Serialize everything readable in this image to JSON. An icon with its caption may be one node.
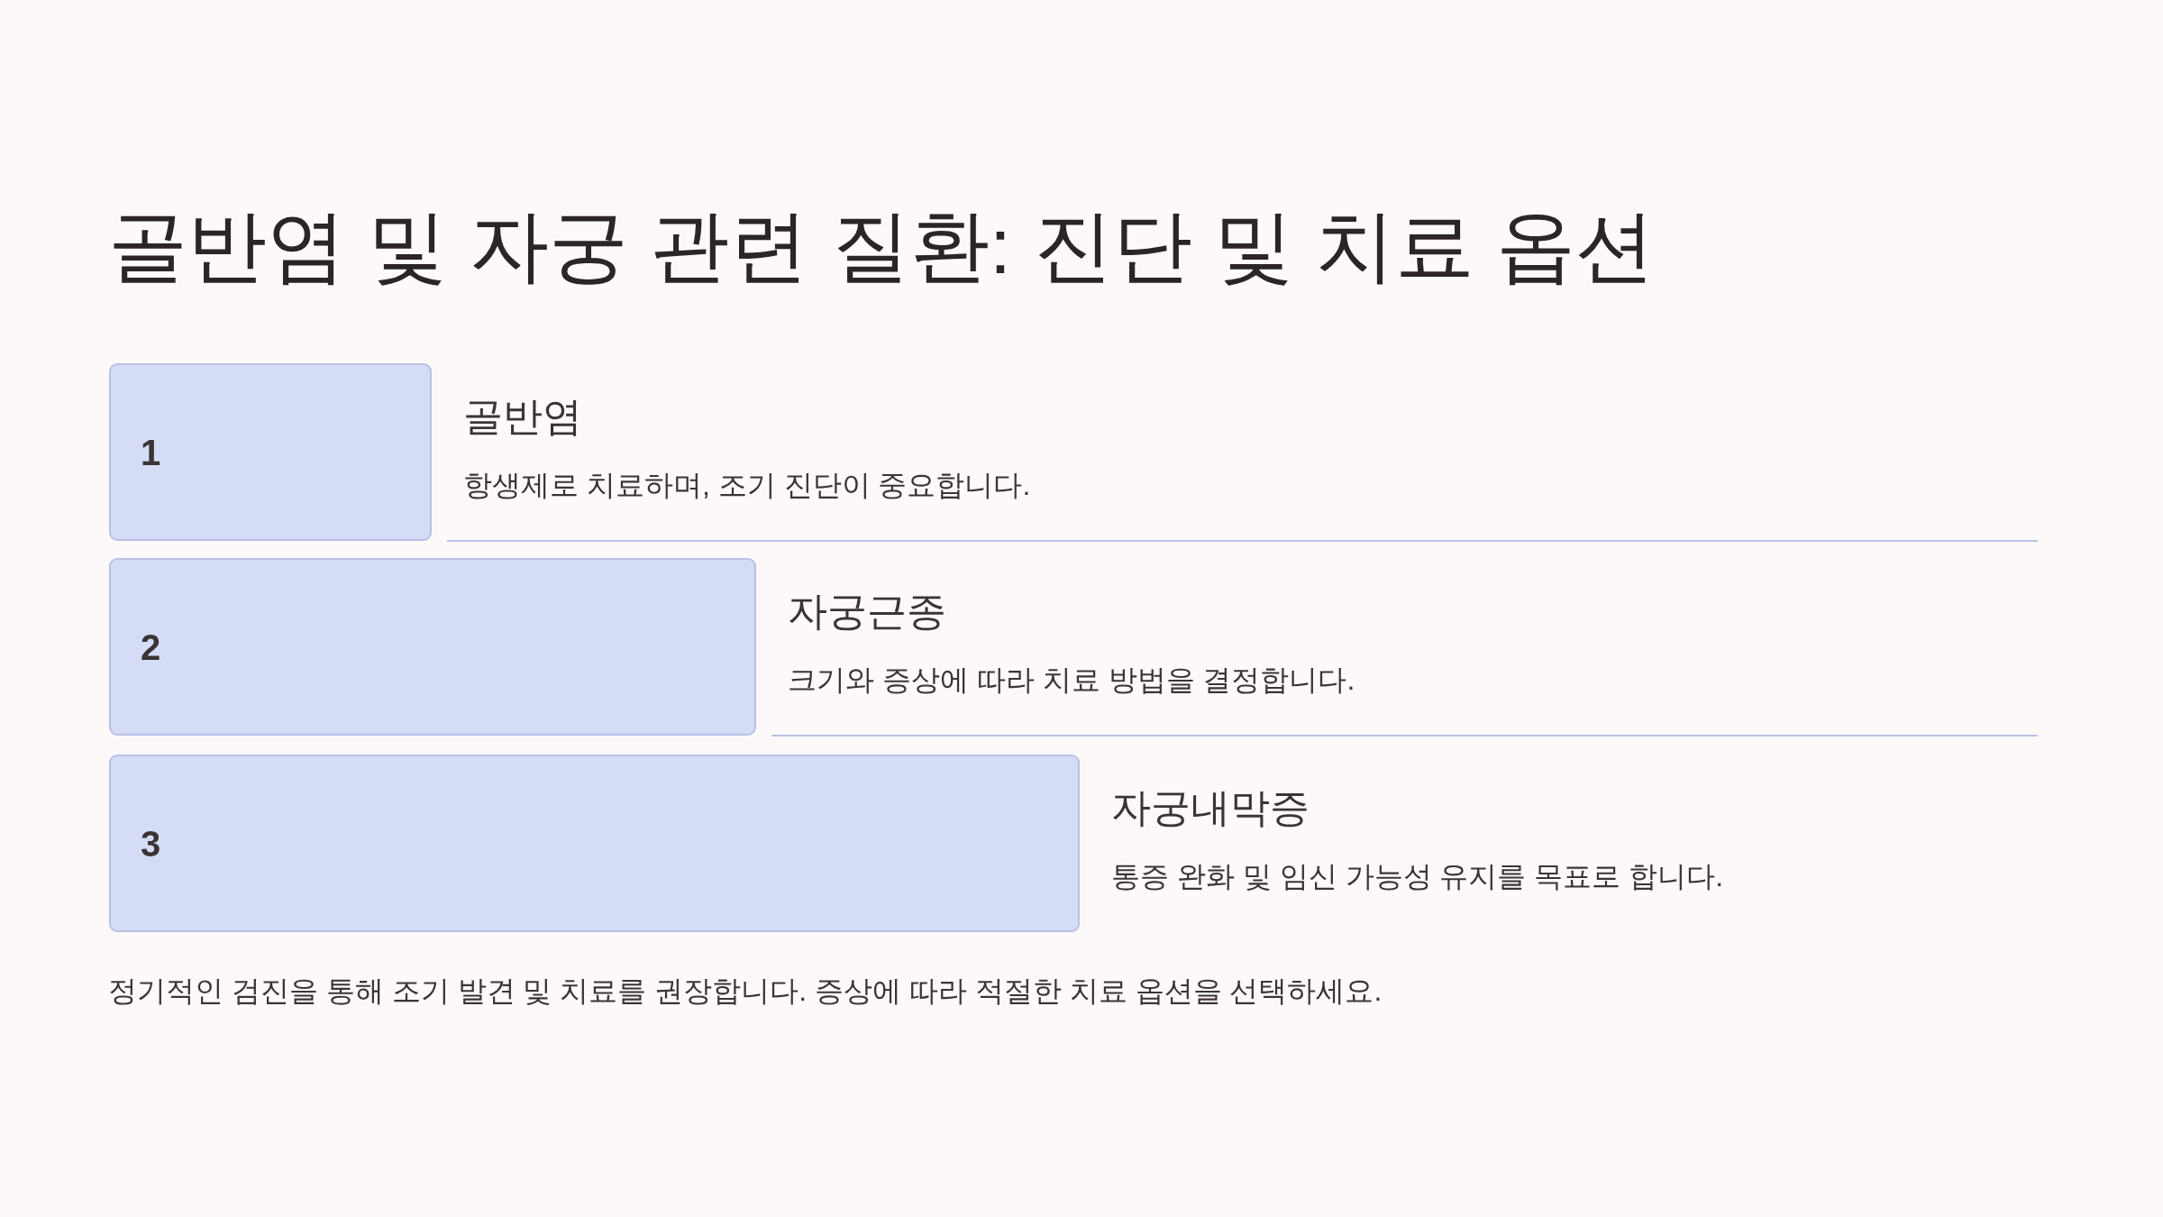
{
  "diagram": {
    "title": "골반염 및 자궁 관련 질환: 진단 및 치료 옵션",
    "nodes": [
      {
        "text": [
          "1"
        ],
        "beside": [
          "골반염",
          "항생제로 치료하며, 조기 진단이 중요합니다."
        ]
      },
      {
        "text": [
          "2"
        ],
        "beside": [
          "자궁근종",
          "크기와 증상에 따라 치료 방법을 결정합니다."
        ]
      },
      {
        "text": [
          "3"
        ],
        "beside": [
          "자궁내막증",
          "통증 완화 및 임신 가능성 유지를 목표로 합니다."
        ]
      }
    ],
    "caption": "정기적인 검진을 통해 조기 발견 및 치료를 권장합니다. 증상에 따라 적절한 치료 옵션을 선택하세요."
  }
}
